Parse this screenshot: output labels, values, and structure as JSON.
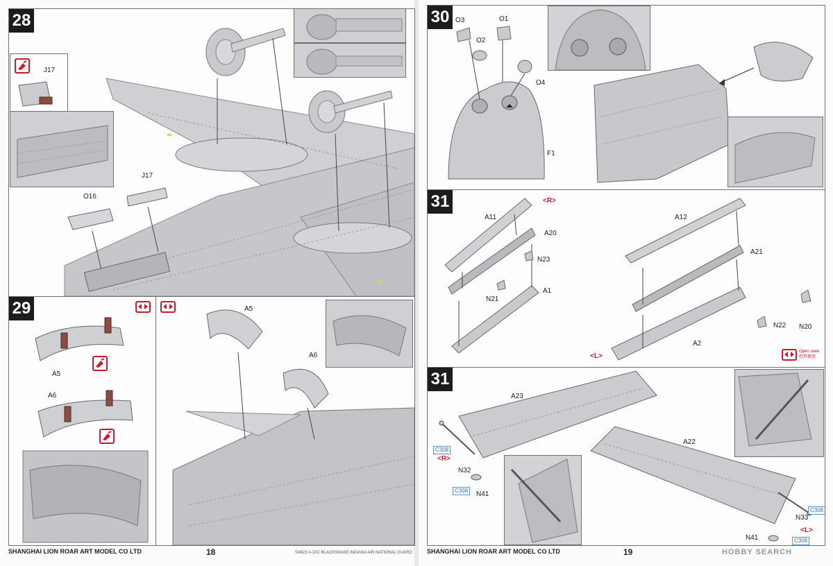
{
  "pages": {
    "left_number": "18",
    "right_number": "19",
    "left_footer": "SHANGHAI LION ROAR ART MODEL CO LTD",
    "right_footer": "SHANGHAI LION ROAR ART MODEL CO LTD",
    "left_footer_small": "S4823 A-10C BLACKSNAKE INDIANA AIR NATIONAL GUARD",
    "watermark": "HOBBY SEARCH"
  },
  "step28": {
    "number": "28",
    "labels": {
      "j17_top": "J17",
      "j17_mid": "J17",
      "o16": "O16"
    }
  },
  "step29": {
    "number": "29",
    "labels": {
      "a5_left": "A5",
      "a6_left": "A6",
      "a5_right": "A5",
      "a6_right": "A6"
    }
  },
  "step30": {
    "number": "30",
    "labels": {
      "o3": "O3",
      "o1": "O1",
      "o2": "O2",
      "o4": "O4",
      "f1": "F1"
    }
  },
  "step31a": {
    "number": "31",
    "labels": {
      "right_tag": "<R>",
      "left_tag": "<L>",
      "a11": "A11",
      "a20": "A20",
      "n23": "N23",
      "n21": "N21",
      "a1": "A1",
      "a12": "A12",
      "a21": "A21",
      "n22": "N22",
      "n20": "N20",
      "a2": "A2"
    },
    "open_state_en": "Open state",
    "open_state_cn": "打开状态"
  },
  "step31b": {
    "number": "31",
    "labels": {
      "a23": "A23",
      "a22": "A22",
      "n32": "N32",
      "n41_left": "N41",
      "n33": "N33",
      "n41_right": "N41",
      "r_tag": "<R>",
      "l_tag": "<L>",
      "c308_1": "C308",
      "c308_2": "C308",
      "c308_3": "C308",
      "c308_4": "C308"
    }
  },
  "colors": {
    "accent_red": "#d0162a",
    "part_grey": "#c8c9cc",
    "callout_blue": "#2f6fb6"
  }
}
